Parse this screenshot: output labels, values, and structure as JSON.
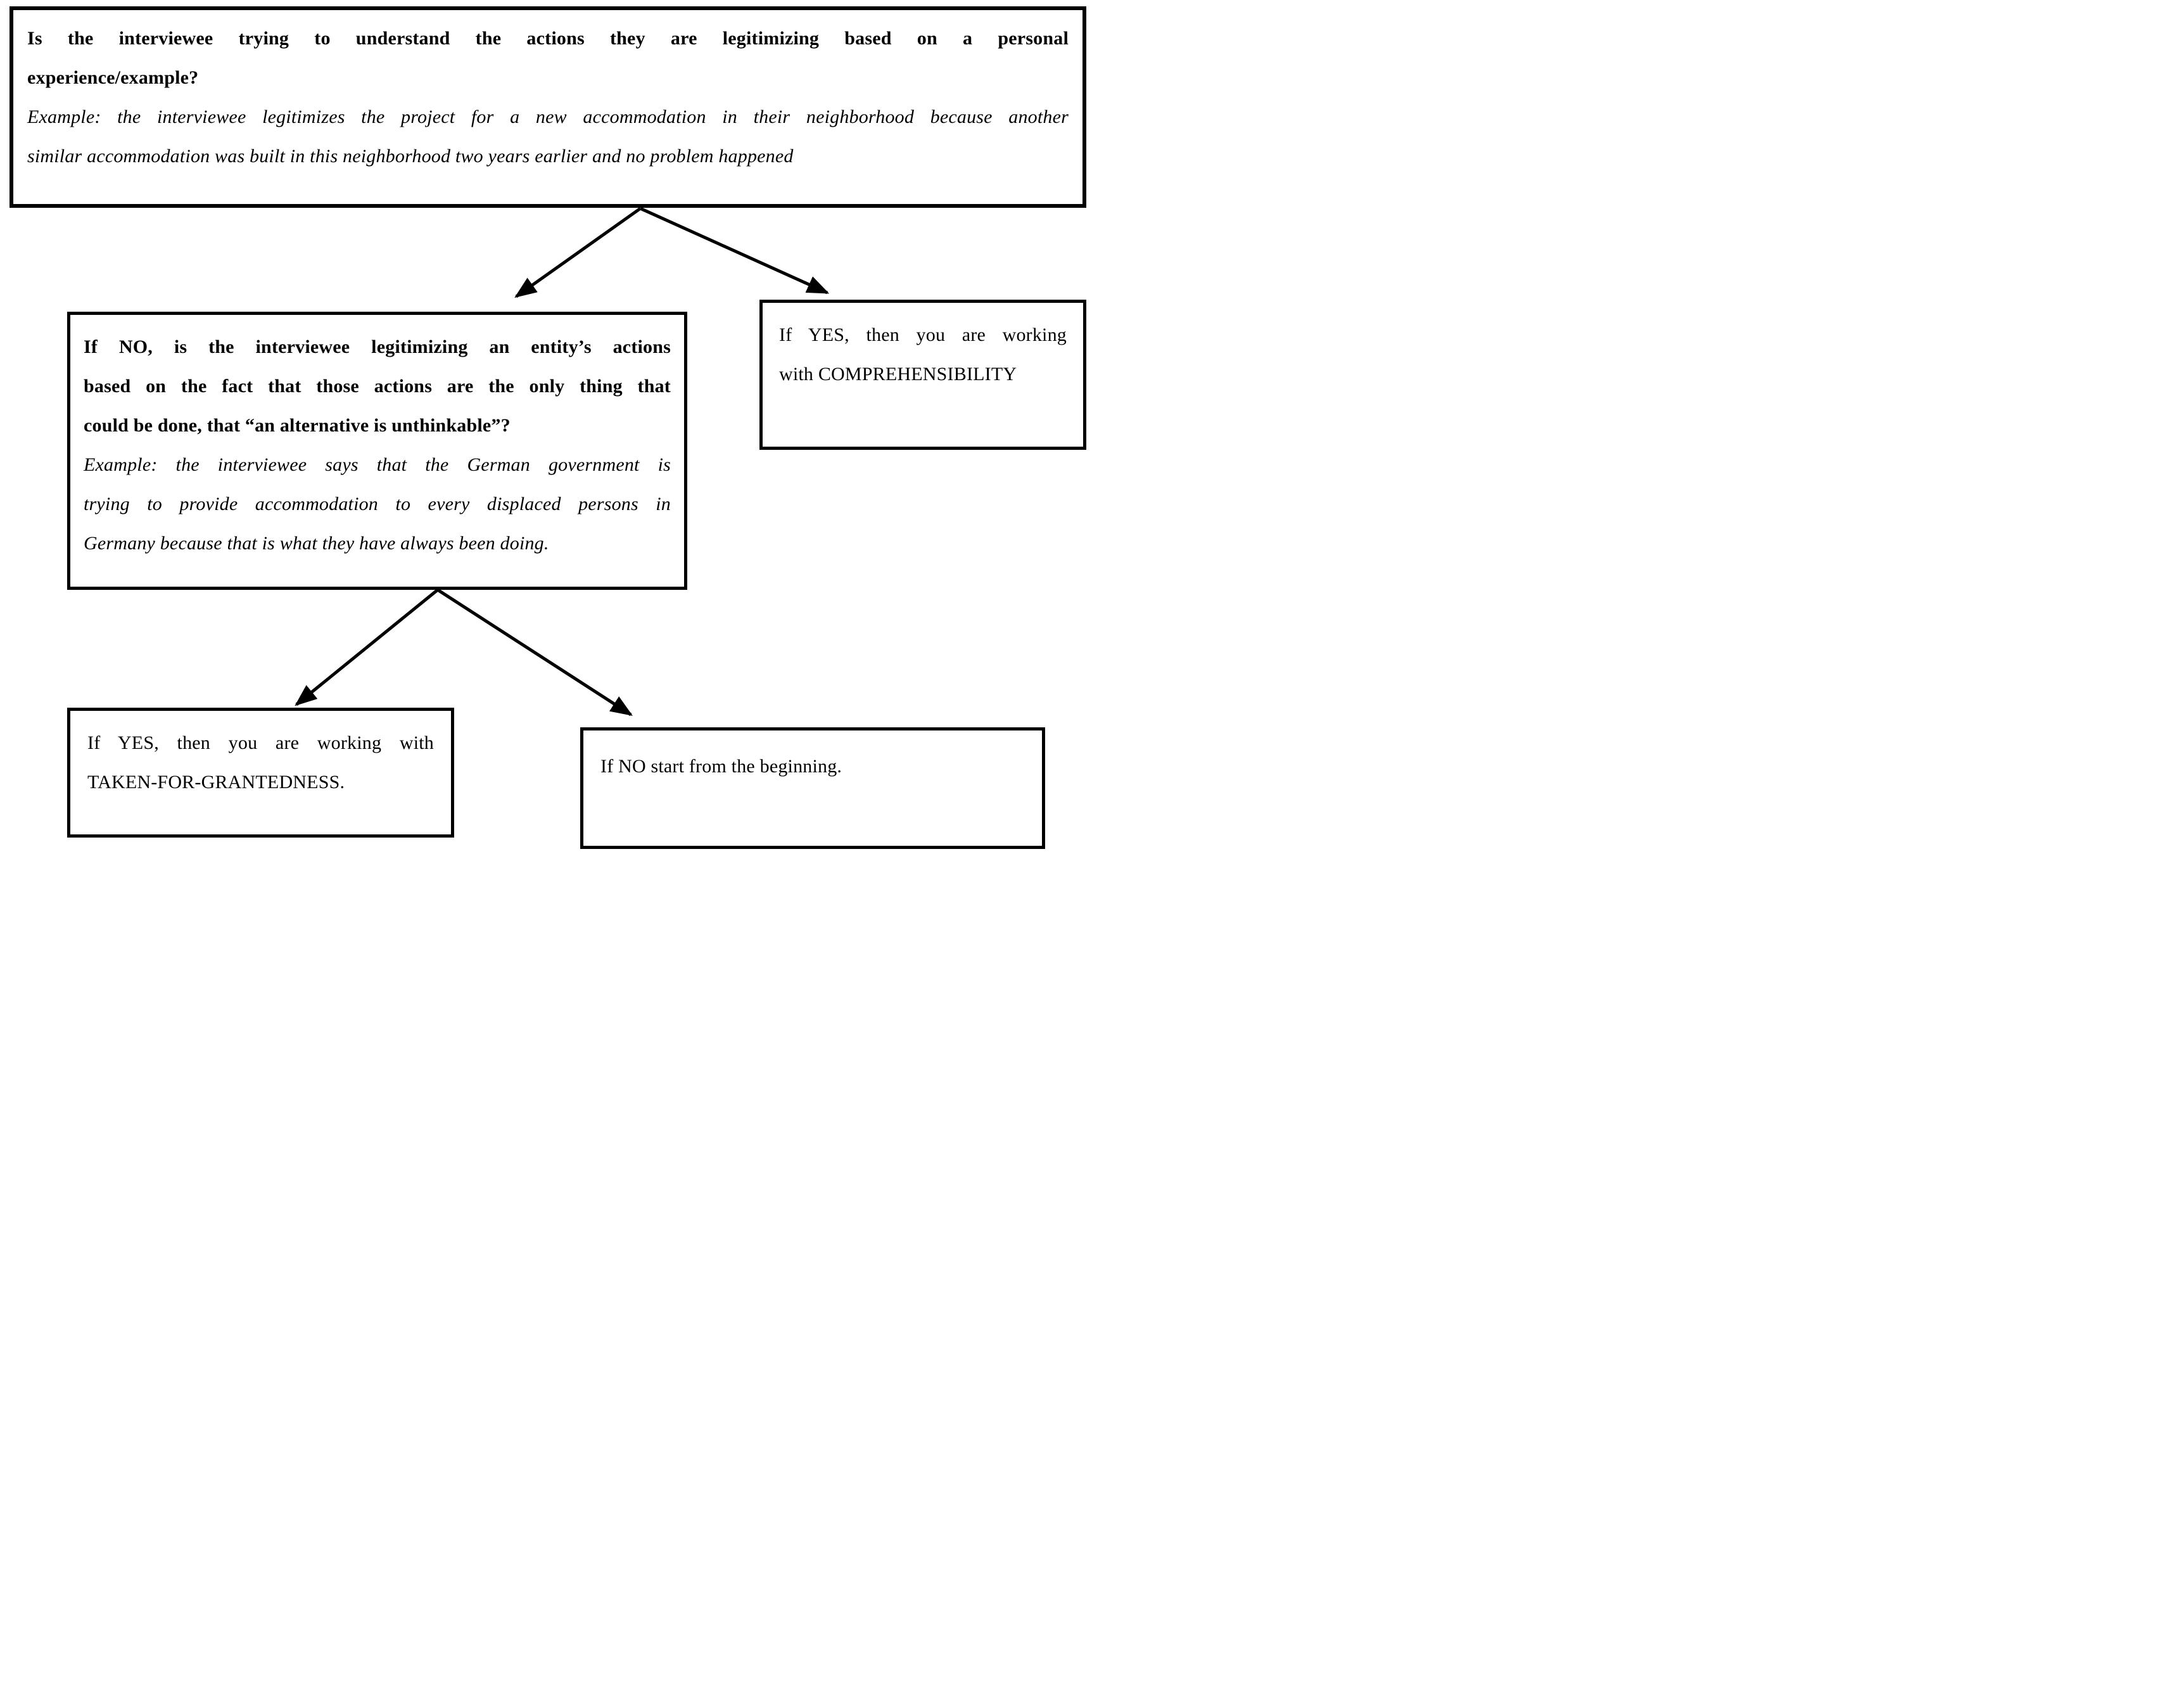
{
  "diagram": {
    "nodes": {
      "root": {
        "question_lines": [
          "Is the interviewee trying to understand the actions they are legitimizing based on a personal",
          "experience/example?"
        ],
        "example_lines": [
          "Example: the interviewee legitimizes the project for a new accommodation in their neighborhood because another",
          "similar accommodation was built in this neighborhood two years earlier and no problem happened"
        ]
      },
      "no_branch": {
        "question_lines": [
          "If NO, is the interviewee legitimizing an entity’s actions",
          "based on the fact that those actions are the only thing that",
          "could be done, that “an alternative is unthinkable”?"
        ],
        "example_lines": [
          "Example: the interviewee says that the German government is",
          "trying to provide accommodation to every displaced persons in",
          "Germany because that is what they have always been doing."
        ]
      },
      "comprehensibility": {
        "lines": [
          "If YES, then you are working",
          "with COMPREHENSIBILITY"
        ]
      },
      "taken_for_grantedness": {
        "lines": [
          "If YES, then you are working with",
          "TAKEN-FOR-GRANTEDNESS."
        ]
      },
      "restart": {
        "lines": [
          "If NO start from the beginning."
        ]
      }
    },
    "edges": [
      {
        "from": "root",
        "to": "no_branch"
      },
      {
        "from": "root",
        "to": "comprehensibility"
      },
      {
        "from": "no_branch",
        "to": "taken_for_grantedness"
      },
      {
        "from": "no_branch",
        "to": "restart"
      }
    ],
    "colors": {
      "ink": "#000000",
      "background": "#ffffff"
    }
  }
}
